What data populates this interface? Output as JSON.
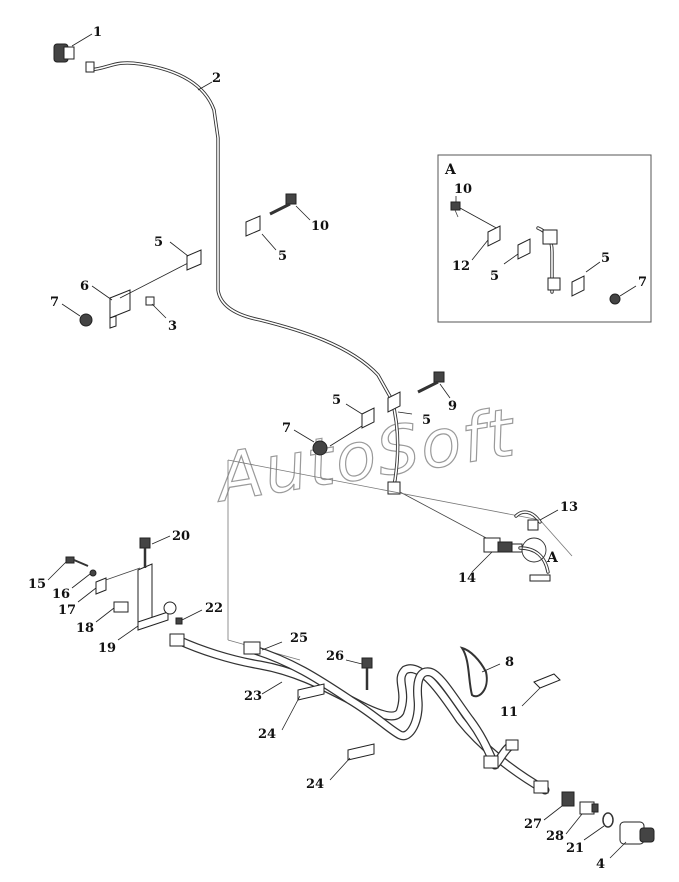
{
  "inset": {
    "tag": "A"
  },
  "watermark": "AutoSoft",
  "callouts": [
    "1",
    "2",
    "10",
    "5",
    "5",
    "6",
    "7",
    "3",
    "9",
    "5",
    "5",
    "7",
    "10",
    "12",
    "5",
    "5",
    "7",
    "13",
    "14",
    "A",
    "20",
    "15",
    "16",
    "17",
    "18",
    "19",
    "22",
    "25",
    "26",
    "8",
    "23",
    "24",
    "11",
    "24",
    "27",
    "28",
    "21",
    "4"
  ]
}
